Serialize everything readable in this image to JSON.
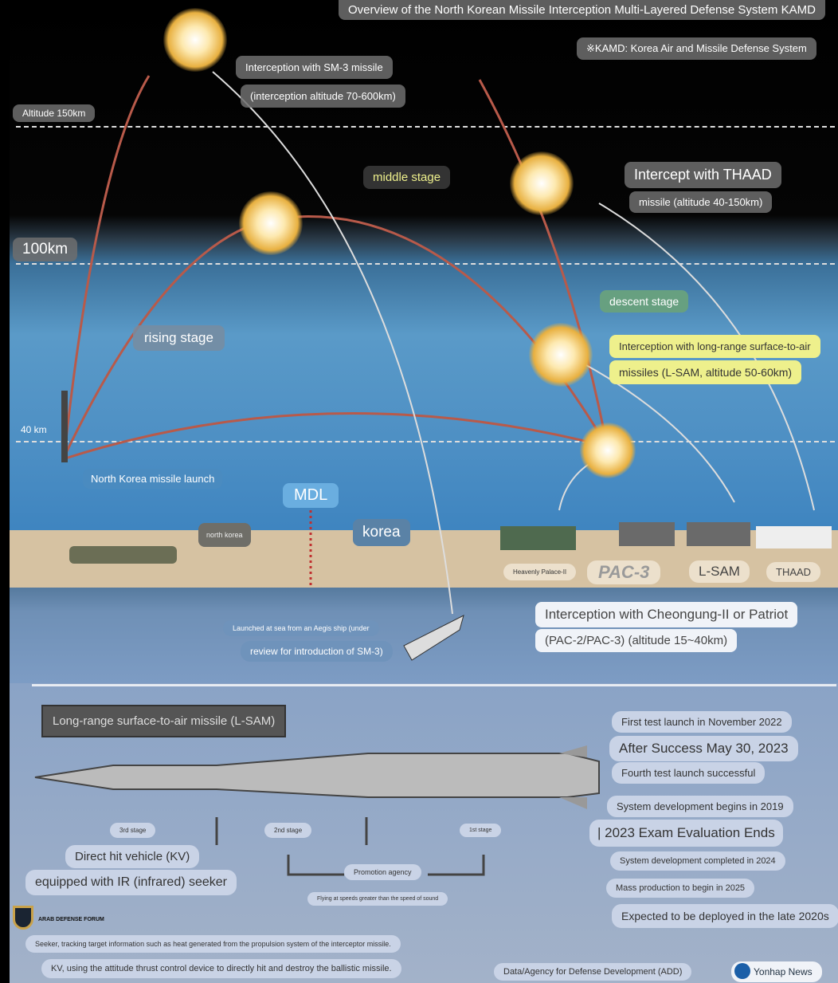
{
  "title": "Overview of the North Korean Missile Interception Multi-Layered Defense System KAMD",
  "kamd_note": "※KAMD: Korea Air and Missile Defense System",
  "altitudes": {
    "a150": "Altitude 150km",
    "a100": "100km",
    "a40": "40 km"
  },
  "sm3": {
    "line1": "Interception with SM-3 missile",
    "line2": "(interception altitude 70-600km)"
  },
  "stages": {
    "middle": "middle stage",
    "rising": "rising stage",
    "descent": "descent stage"
  },
  "thaad": {
    "line1": "Intercept with THAAD",
    "line2": "missile (altitude 40-150km)"
  },
  "lsam_intercept": {
    "line1": "Interception with long-range surface-to-air",
    "line2": "missiles (L-SAM, altitude 50-60km)"
  },
  "nk_launch": "North Korea missile launch",
  "mdl": "MDL",
  "north_korea": "north korea",
  "korea": "korea",
  "systems": [
    "Heavenly Palace-II",
    "PAC-3",
    "L-SAM",
    "THAAD"
  ],
  "aegis": {
    "line1": "Launched at sea from an Aegis ship (under",
    "line2": "review for introduction of SM-3)"
  },
  "patriot": {
    "line1": "Interception with Cheongung-II or Patriot",
    "line2": "(PAC-2/PAC-3) (altitude 15~40km)"
  },
  "lsam": {
    "title": "Long-range surface-to-air missile (L-SAM)",
    "stages": [
      "3rd stage",
      "2nd stage",
      "1st stage"
    ],
    "kv": "Direct hit vehicle (KV)",
    "seeker": "equipped with IR (infrared) seeker",
    "agency": "Promotion agency",
    "speed": "Flying at speeds greater than the speed of sound",
    "note1": "Seeker, tracking target information such as heat generated from the propulsion system of the interceptor missile.",
    "note2": "KV, using the attitude thrust control device to directly hit and destroy the ballistic missile.",
    "timeline": [
      "First test launch in November 2022",
      "After Success May 30, 2023",
      "Fourth test launch successful",
      "System development begins in 2019",
      "| 2023 Exam Evaluation Ends",
      "System development completed in 2024",
      "Mass production to begin in 2025",
      "Expected to be deployed in the late 2020s"
    ]
  },
  "source": "Data/Agency for Defense Development (ADD)",
  "publisher": "Yonhap News",
  "watermark": "ARAB DEFENSE FORUM"
}
